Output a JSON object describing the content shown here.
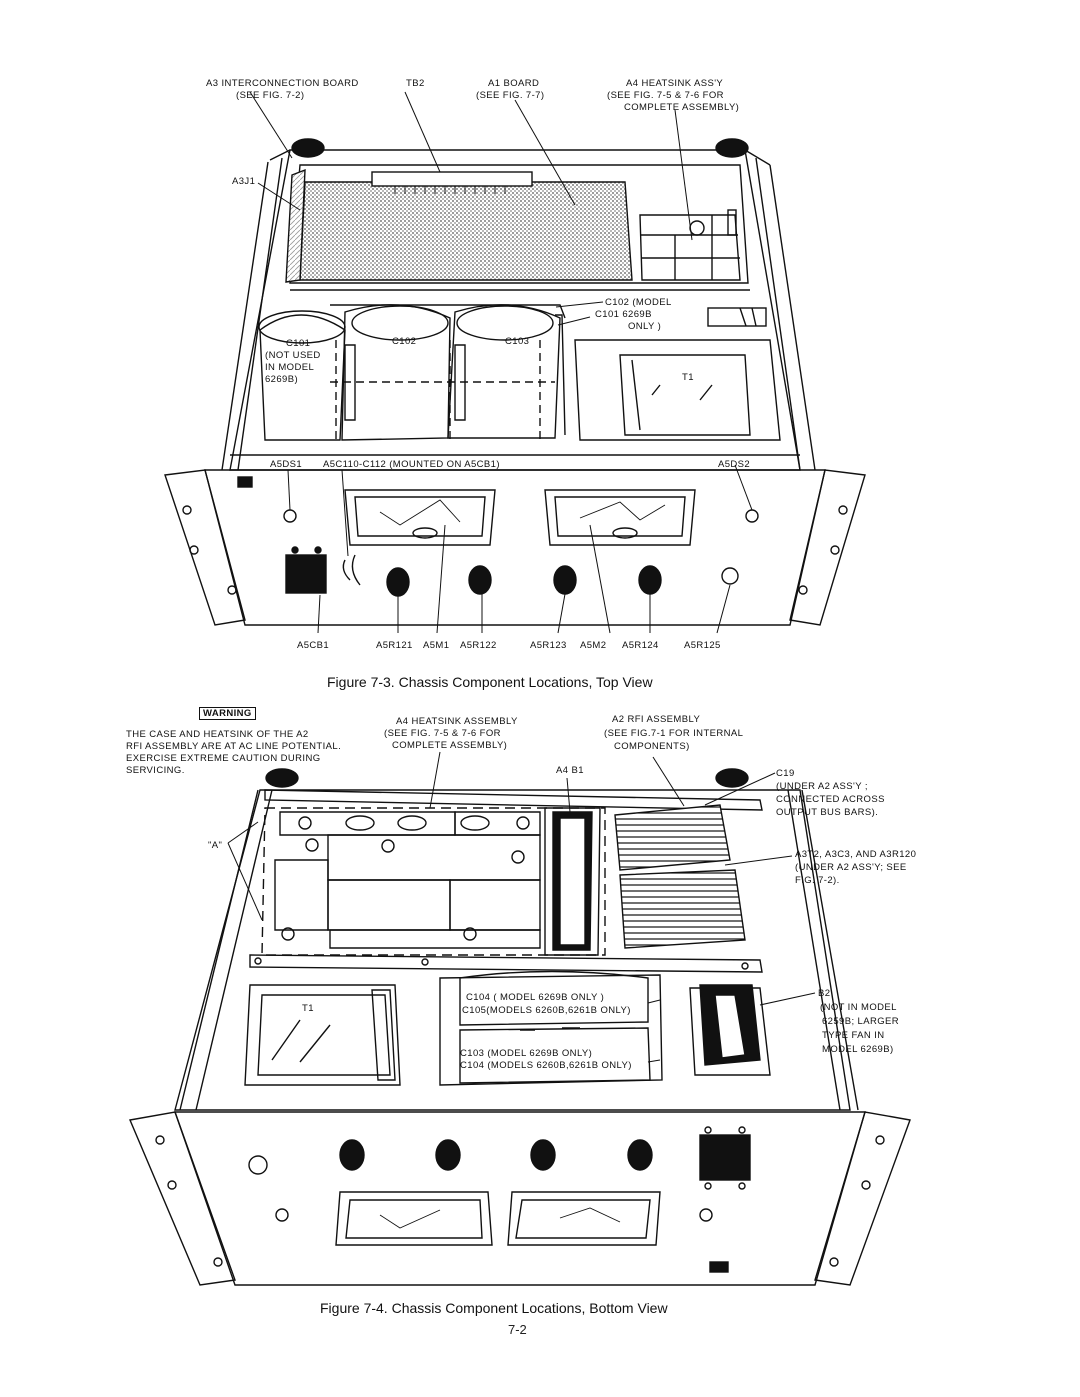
{
  "fig3": {
    "caption": "Figure 7-3.  Chassis Component Locations, Top View",
    "labels": {
      "a3_board_1": "A3 INTERCONNECTION  BOARD",
      "a3_board_2": "(SEE FIG. 7-2)",
      "tb2": "TB2",
      "a1_board_1": "A1 BOARD",
      "a1_board_2": "(SEE FIG. 7-7)",
      "a4_heatsink_1": "A4  HEATSINK  ASS'Y",
      "a4_heatsink_2": "(SEE  FIG.  7-5  &  7-6 FOR",
      "a4_heatsink_3": "COMPLETE  ASSEMBLY)",
      "a3j1": "A3J1",
      "c102_model_1": "C102 (MODEL",
      "c102_model_2": "C101   6269B",
      "c102_model_3": "ONLY )",
      "c101_1": "C101",
      "c101_2": "(NOT USED",
      "c101_3": "IN MODEL",
      "c101_4": "6269B)",
      "c102": "C102",
      "c103": "C103",
      "t1": "T1",
      "a5ds1": "A5DS1",
      "a5c110": "A5C110-C112 (MOUNTED ON A5CB1)",
      "a5ds2": "A5DS2",
      "a5cb1": "A5CB1",
      "a5r121": "A5R121",
      "a5m1": "A5M1",
      "a5r122": "A5R122",
      "a5r123": "A5R123",
      "a5m2": "A5M2",
      "a5r124": "A5R124",
      "a5r125": "A5R125"
    }
  },
  "fig4": {
    "caption": "Figure 7-4.  Chassis Component Locations, Bottom View",
    "warning_title": "WARNING",
    "warning_lines": [
      "THE CASE AND HEATSINK OF THE A2",
      "RFI ASSEMBLY ARE AT AC LINE POTENTIAL.",
      "EXERCISE EXTREME CAUTION DURING",
      "SERVICING."
    ],
    "labels": {
      "a4_heatsink_1": "A4 HEATSINK ASSEMBLY",
      "a4_heatsink_2": "(SEE FIG. 7-5 & 7-6 FOR",
      "a4_heatsink_3": "COMPLETE  ASSEMBLY)",
      "a2_rfi_1": "A2 RFI ASSEMBLY",
      "a2_rfi_2": "(SEE FIG.7-1 FOR INTERNAL",
      "a2_rfi_3": "COMPONENTS)",
      "a4b1": "A4 B1",
      "a_mark": "\"A\"",
      "c19_1": "C19",
      "c19_2": "(UNDER A2 ASS'Y ;",
      "c19_3": "CONNECTED ACROSS",
      "c19_4": "OUTPUT BUS BARS).",
      "a3t2_1": "A3T2, A3C3, AND A3R120",
      "a3t2_2": "(UNDER A2 ASS'Y; SEE",
      "a3t2_3": "FIG. 7-2).",
      "t1": "T1",
      "c104_1": "C104 ( MODEL  6269B ONLY )",
      "c104_2": "C105(MODELS 6260B,6261B ONLY)",
      "c103_1": "C103 (MODEL 6269B ONLY)",
      "c103_2": "C104 (MODELS 6260B,6261B ONLY)",
      "b2_1": "B2",
      "b2_2": "(NOT IN MODEL",
      "b2_3": "6259B; LARGER",
      "b2_4": "TYPE FAN IN",
      "b2_5": "MODEL 6269B)"
    }
  },
  "page_number": "7-2"
}
